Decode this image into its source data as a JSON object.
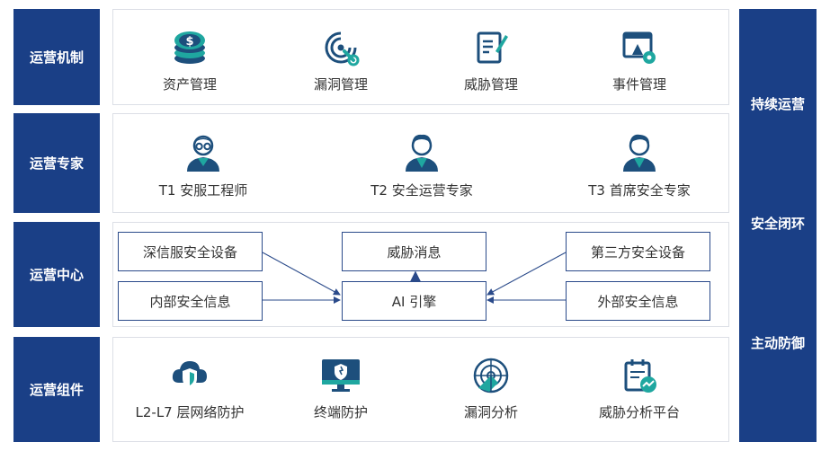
{
  "rows": {
    "mechanism": {
      "label": "运营机制",
      "items": [
        {
          "label": "资产管理",
          "icon": "coins-icon"
        },
        {
          "label": "漏洞管理",
          "icon": "wrench-target-icon"
        },
        {
          "label": "威胁管理",
          "icon": "document-edit-icon"
        },
        {
          "label": "事件管理",
          "icon": "monitor-gear-icon"
        }
      ]
    },
    "experts": {
      "label": "运营专家",
      "items": [
        {
          "label": "T1 安服工程师",
          "icon": "engineer-avatar-icon"
        },
        {
          "label": "T2 安全运营专家",
          "icon": "expert-avatar-icon"
        },
        {
          "label": "T3 首席安全专家",
          "icon": "chief-avatar-icon"
        }
      ]
    },
    "center": {
      "label": "运营中心",
      "boxes": {
        "sangfor_devices": "深信服安全设备",
        "threat_message": "威胁消息",
        "third_party_devices": "第三方安全设备",
        "internal_info": "内部安全信息",
        "ai_engine": "AI 引擎",
        "external_info": "外部安全信息"
      }
    },
    "components": {
      "label": "运营组件",
      "items": [
        {
          "label": "L2-L7 层网络防护",
          "icon": "cloud-shield-icon"
        },
        {
          "label": "终端防护",
          "icon": "monitor-shield-icon"
        },
        {
          "label": "漏洞分析",
          "icon": "radar-icon"
        },
        {
          "label": "威胁分析平台",
          "icon": "calendar-chart-icon"
        }
      ]
    }
  },
  "right_bar": {
    "items": [
      "持续运营",
      "安全闭环",
      "主动防御"
    ]
  },
  "colors": {
    "navy": "#1a3f86",
    "icon_dark": "#1d4f7c",
    "icon_teal": "#1fa7a0"
  }
}
